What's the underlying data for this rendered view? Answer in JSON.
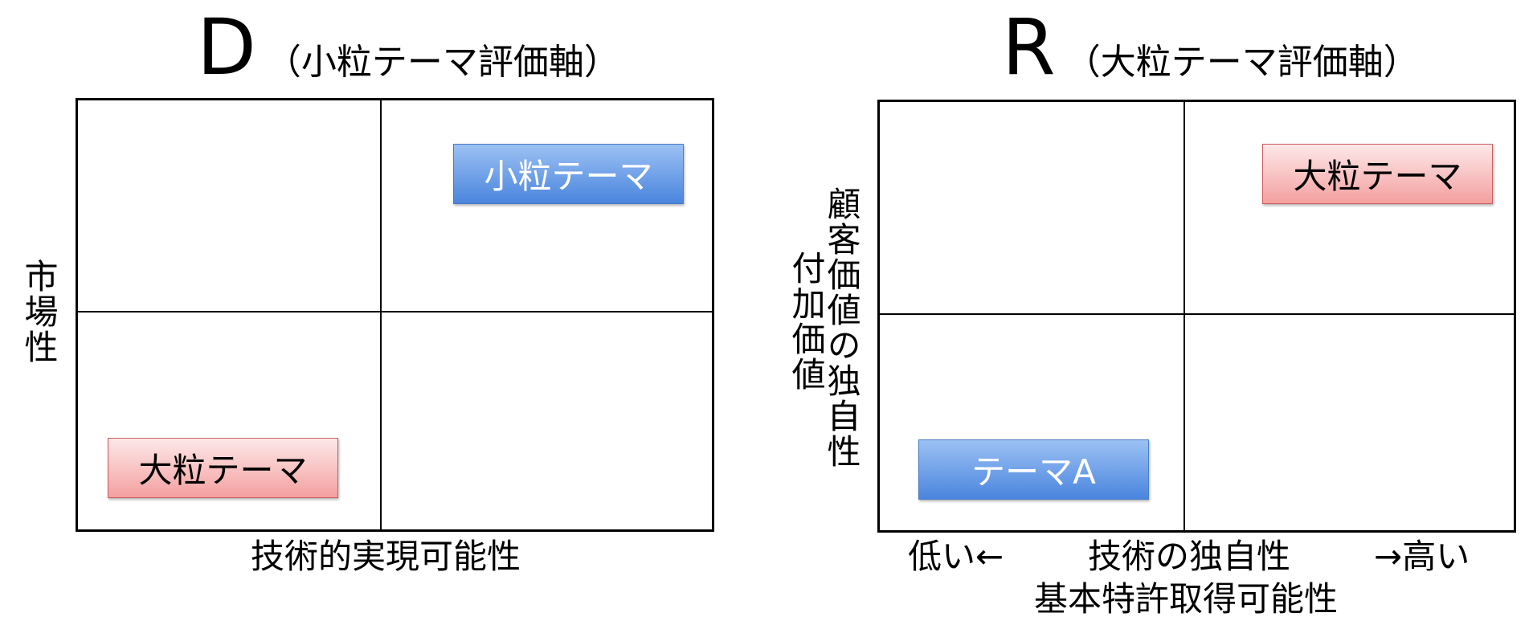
{
  "left_matrix": {
    "title_letter": "D",
    "title_sub": "（小粒テーマ評価軸）",
    "y_axis_label": "市場性",
    "x_axis_label": "技術的実現可能性",
    "boxes": {
      "top_right": "小粒テーマ",
      "bottom_left": "大粒テーマ"
    }
  },
  "right_matrix": {
    "title_letter": "R",
    "title_sub": "（大粒テーマ評価軸）",
    "y_axis_label_1": "顧客価値の独自性",
    "y_axis_label_2": "付加価値",
    "x_axis_low": "低い←",
    "x_axis_label": "技術の独自性",
    "x_axis_high": "→高い",
    "x_axis_sub_label": "基本特許取得可能性",
    "boxes": {
      "top_right": "大粒テーマ",
      "bottom_left": "テーマA"
    }
  },
  "colors": {
    "blue_box": "#4a85de",
    "red_box": "#f4a0a0",
    "frame": "#000000"
  }
}
